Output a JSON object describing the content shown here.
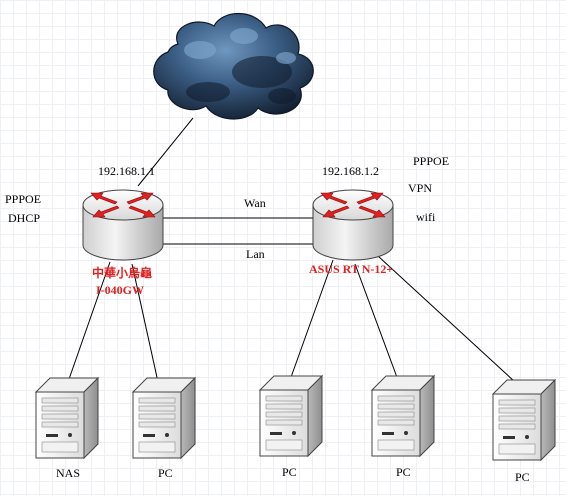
{
  "nodes": {
    "router1": {
      "ip": "192.168.1.1",
      "name_line1": "中華小烏龜",
      "name_line2": "I-040GW",
      "features": [
        "PPPOE",
        "DHCP"
      ]
    },
    "router2": {
      "ip": "192.168.1.2",
      "name": "ASUS RT N-12+",
      "features": [
        "PPPOE",
        "VPN",
        "wifi"
      ]
    },
    "servers": [
      {
        "label": "NAS"
      },
      {
        "label": "PC"
      },
      {
        "label": "PC"
      },
      {
        "label": "PC"
      },
      {
        "label": "PC"
      }
    ]
  },
  "links": {
    "wan_label": "Wan",
    "lan_label": "Lan"
  },
  "colors": {
    "router_arrow": "#e32020",
    "label_red": "#e32020",
    "cloud_dark": "#1b2a40",
    "cloud_light": "#5f86ad"
  },
  "icons": [
    "cloud-icon",
    "router-icon",
    "server-icon"
  ]
}
